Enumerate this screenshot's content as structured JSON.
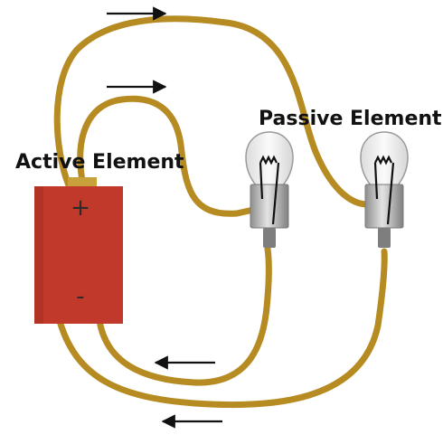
{
  "labels": {
    "active": "Active Element",
    "passive": "Passive Element"
  },
  "battery": {
    "plus": "+",
    "minus": "-"
  },
  "colors": {
    "wire": "#b58b22",
    "wire_dark": "#8a6a17",
    "battery": "#c0392b",
    "battery_dark": "#a12d22",
    "terminal": "#c9a13a",
    "bulb_glass": "#f2f2f2",
    "bulb_base": "#b9b9b9",
    "arrow": "#111111"
  },
  "arrows": [
    {
      "id": "top-outer",
      "direction": "right"
    },
    {
      "id": "top-inner",
      "direction": "right"
    },
    {
      "id": "bottom-inner",
      "direction": "left"
    },
    {
      "id": "bottom-outer",
      "direction": "left"
    }
  ],
  "icons": [
    "battery-icon",
    "light-bulb-icon",
    "light-bulb-icon",
    "arrow-right-icon",
    "arrow-left-icon"
  ]
}
